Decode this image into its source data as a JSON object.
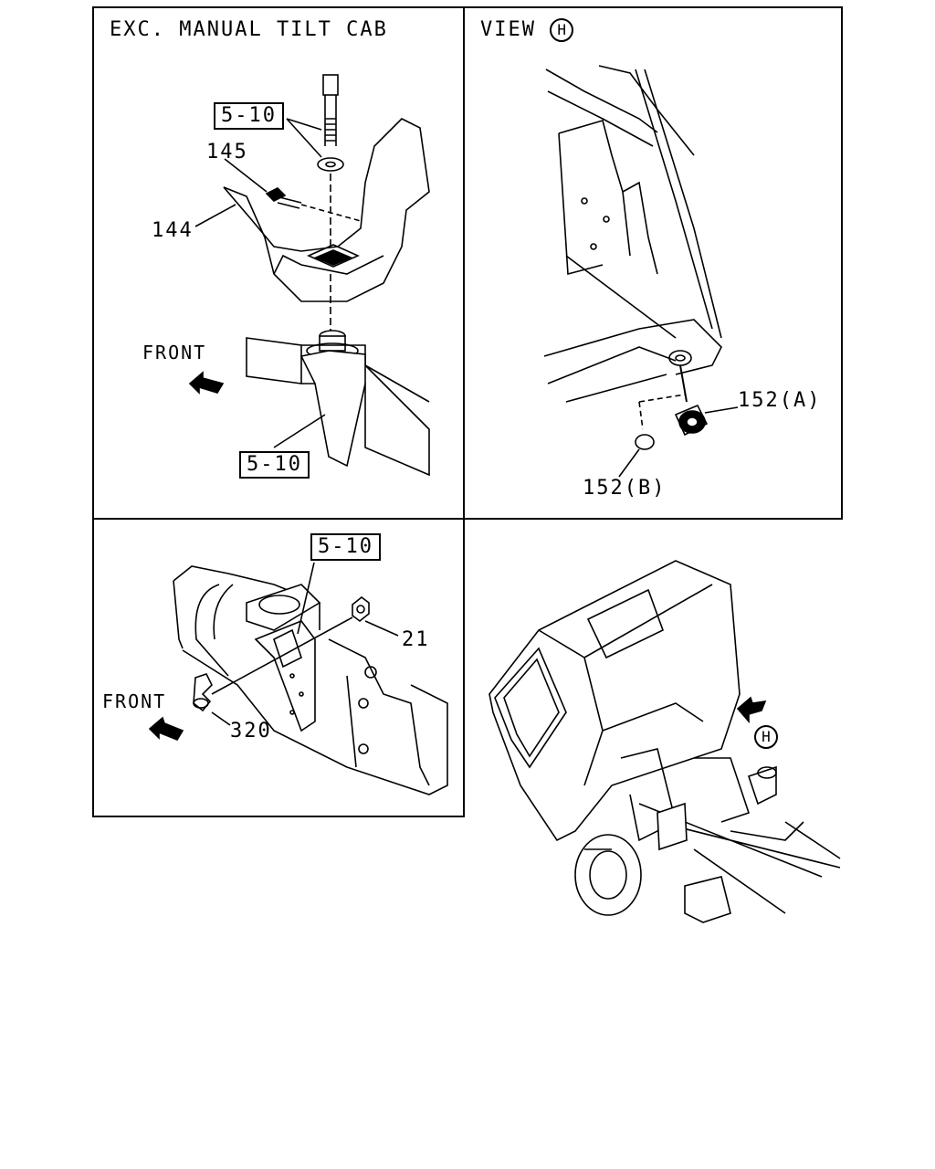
{
  "panels": {
    "top_left": {
      "title": "EXC. MANUAL TILT CAB"
    },
    "top_right": {
      "title": "VIEW",
      "view_marker": "H"
    },
    "bottom_left": {},
    "bottom_right": {
      "view_marker": "H"
    }
  },
  "callouts": {
    "ref_5_10_top": "5-10",
    "ref_5_10_bottom": "5-10",
    "ref_5_10_lower_panel": "5-10",
    "part_145": "145",
    "part_144": "144",
    "part_152a": "152(A)",
    "part_152b": "152(B)",
    "part_21": "21",
    "part_320": "320"
  },
  "labels": {
    "front_top": "FRONT",
    "front_bottom": "FRONT"
  }
}
